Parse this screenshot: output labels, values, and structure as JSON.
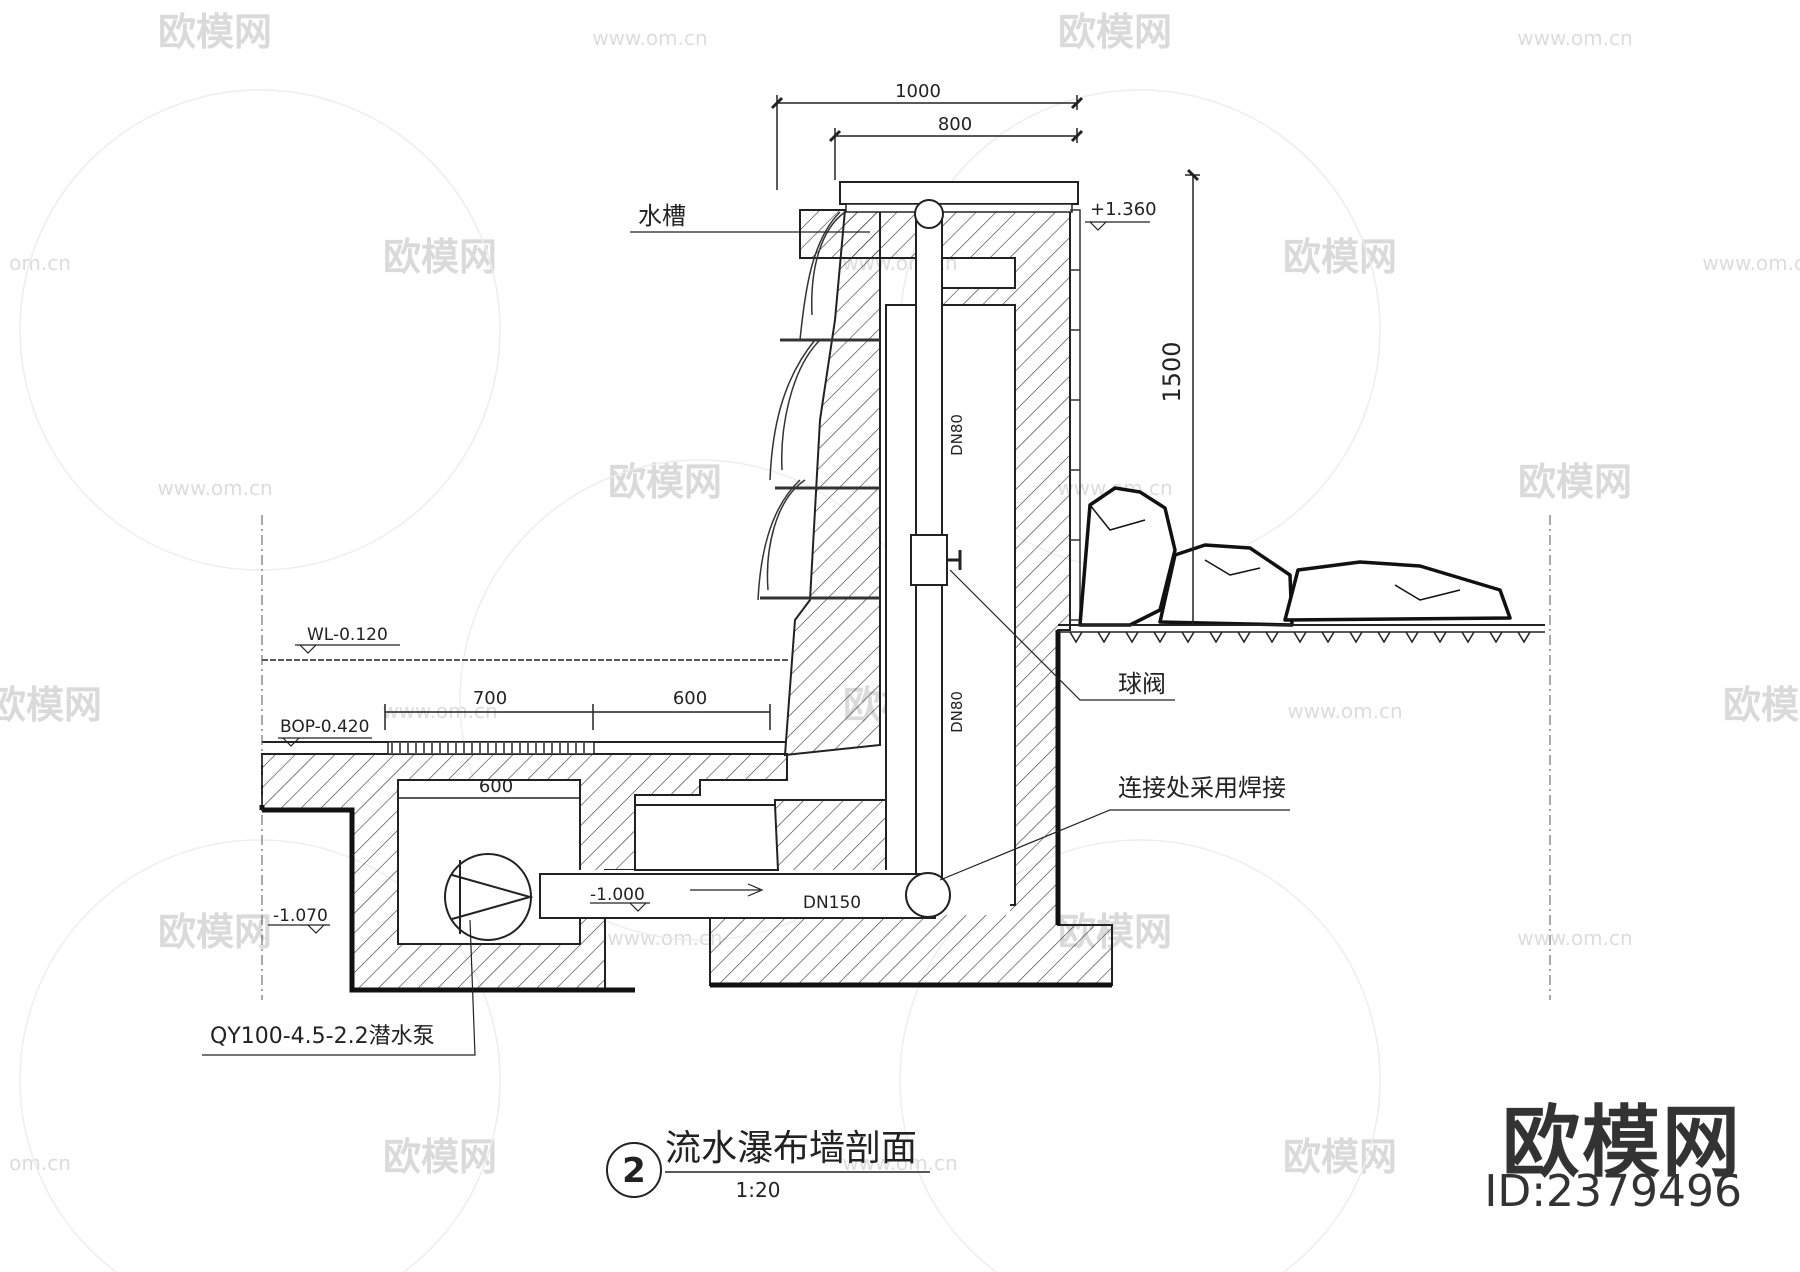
{
  "dimensions": {
    "top_outer": "1000",
    "top_inner": "800",
    "height": "1500",
    "bottom_left": "700",
    "bottom_right": "600",
    "pit_width": "600"
  },
  "elevations": {
    "top": "+1.360",
    "water_level": "WL-0.120",
    "pool_bottom": "BOP-0.420",
    "pipe": "-1.000",
    "pit_bottom": "-1.070"
  },
  "labels": {
    "trough": "水槽",
    "ball_valve": "球阀",
    "welded_joint": "连接处采用焊接",
    "pump": "QY100-4.5-2.2潜水泵",
    "pipe_upper": "DN80",
    "pipe_lower": "DN80",
    "pipe_main": "DN150"
  },
  "title": {
    "number": "2",
    "name": "流水瀑布墙剖面",
    "scale": "1:20"
  },
  "watermark": {
    "brand": "欧模网",
    "url": "www.om.cn",
    "url_short": "om.cn"
  },
  "brand": {
    "name": "欧模网",
    "id": "ID:2379496"
  },
  "colors": {
    "line": "#222222",
    "watermark": "#d6d6d6",
    "background": "#ffffff"
  }
}
